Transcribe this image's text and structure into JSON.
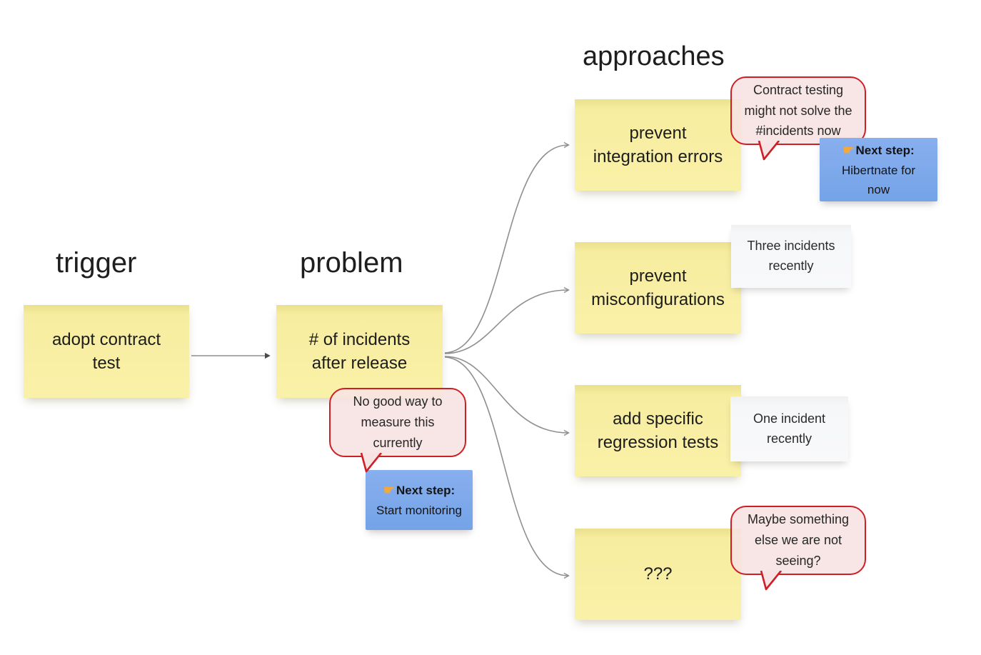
{
  "palette": {
    "sticky_yellow": "#f9f0a4",
    "note_gray": "#f4f5f7",
    "note_blue": "#7aa7ea",
    "bubble_fill": "#f7e3e3",
    "bubble_border": "#cd2026",
    "connector_gray": "#8f8f8f",
    "text": "#1f1f1f"
  },
  "headings": {
    "trigger": "trigger",
    "problem": "problem",
    "approaches": "approaches"
  },
  "nodes": {
    "trigger": {
      "lines": [
        "adopt contract",
        "test"
      ]
    },
    "problem": {
      "lines": [
        "# of incidents",
        "after release"
      ]
    },
    "approach1": {
      "lines": [
        "prevent",
        "integration errors"
      ]
    },
    "approach2": {
      "lines": [
        "prevent",
        "misconfigurations"
      ]
    },
    "approach3": {
      "lines": [
        "add specific",
        "regression tests"
      ]
    },
    "approach4": {
      "lines": [
        "???"
      ]
    }
  },
  "callouts": {
    "measure": {
      "lines": [
        "No good way to",
        "measure this",
        "currently"
      ]
    },
    "contract": {
      "lines": [
        "Contract testing",
        "might not solve the",
        "#incidents now"
      ]
    },
    "maybe": {
      "lines": [
        "Maybe something",
        "else we are not",
        "seeing?"
      ]
    }
  },
  "annotations": {
    "three_incidents": {
      "lines": [
        "Three incidents",
        "recently"
      ]
    },
    "one_incident": {
      "lines": [
        "One incident",
        "recently"
      ]
    }
  },
  "next_steps": {
    "icon": "☛",
    "label": "Next step:",
    "monitoring": {
      "lines": [
        "Start monitoring"
      ]
    },
    "hibernate": {
      "lines": [
        "Hibertnate for",
        "now"
      ]
    }
  }
}
